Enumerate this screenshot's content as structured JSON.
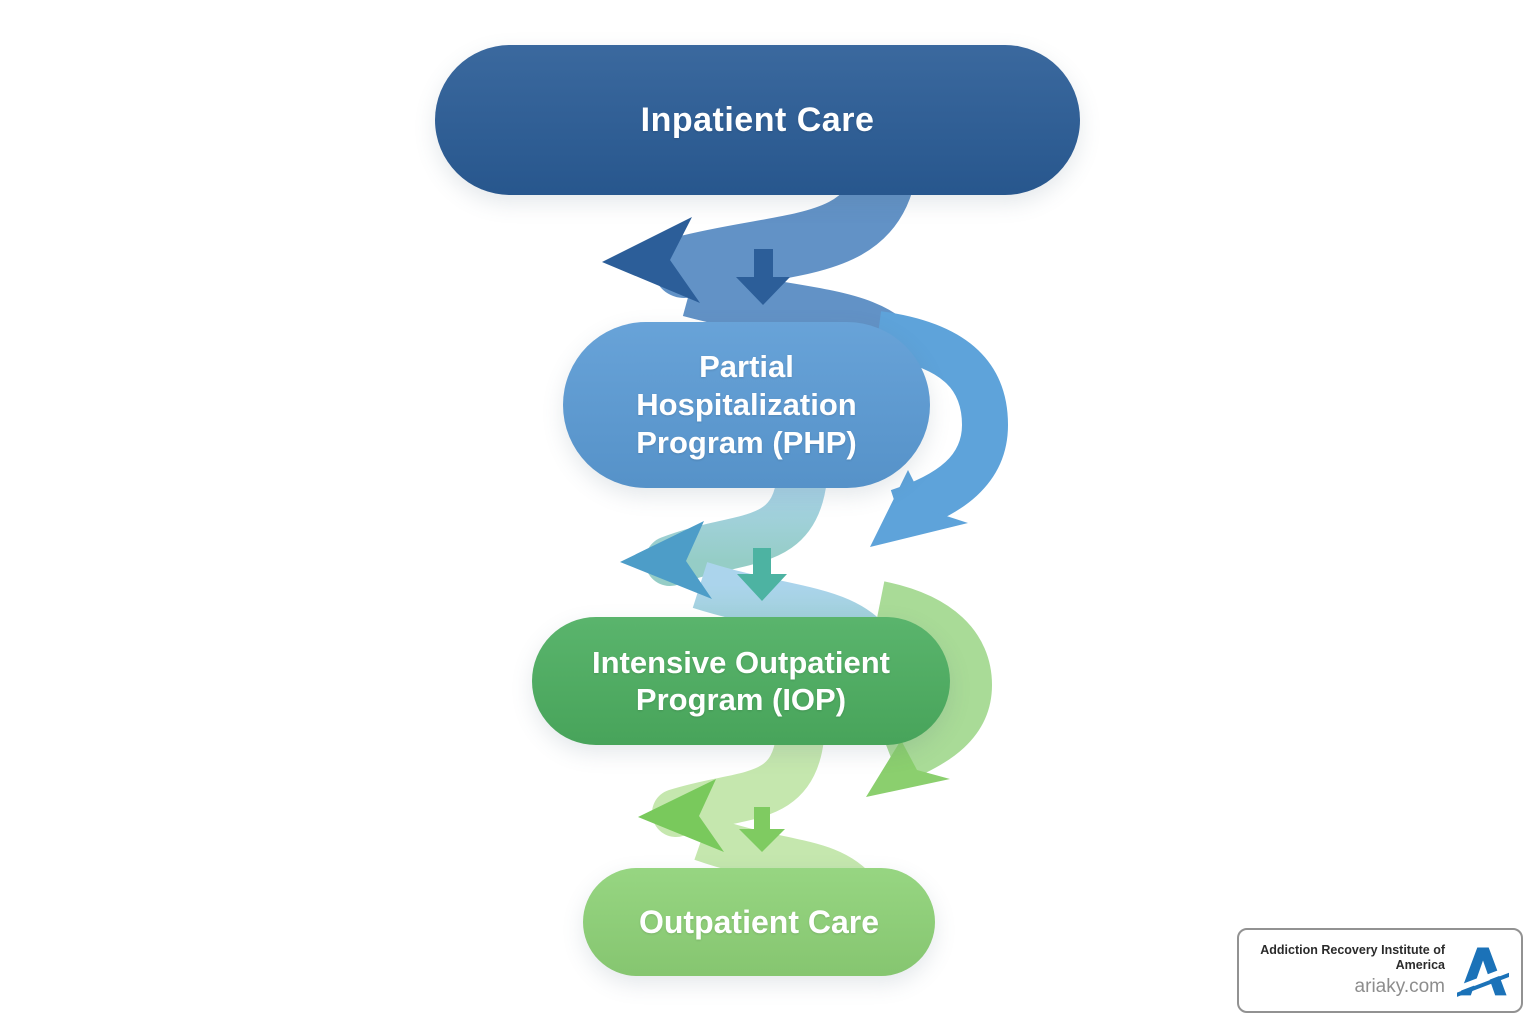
{
  "stages": [
    {
      "id": "inpatient",
      "lines": [
        "Inpatient Care"
      ],
      "full_label": "Inpatient Care"
    },
    {
      "id": "php",
      "lines": [
        "Partial",
        "Hospitalization",
        "Program (PHP)"
      ],
      "full_label": "Partial Hospitalization Program (PHP)"
    },
    {
      "id": "iop",
      "lines": [
        "Intensive Outpatient",
        "Program (IOP)"
      ],
      "full_label": "Intensive Outpatient Program (IOP)"
    },
    {
      "id": "outpatient",
      "lines": [
        "Outpatient Care"
      ],
      "full_label": "Outpatient Care"
    }
  ],
  "connectors": [
    {
      "from": "Inpatient Care",
      "to": "Partial Hospitalization Program (PHP)",
      "icons": [
        "winding-ribbon-arrow-icon",
        "down-arrow-icon"
      ]
    },
    {
      "from": "Partial Hospitalization Program (PHP)",
      "to": "Intensive Outpatient Program (IOP)",
      "icons": [
        "loop-arrow-icon",
        "winding-ribbon-arrow-icon",
        "down-arrow-icon"
      ]
    },
    {
      "from": "Intensive Outpatient Program (IOP)",
      "to": "Outpatient Care",
      "icons": [
        "loop-arrow-icon",
        "winding-ribbon-arrow-icon",
        "down-arrow-icon"
      ]
    }
  ],
  "branding": {
    "org_line1": "Addiction Recovery Institute of",
    "org_line2": "America",
    "website": "ariaky.com",
    "logo_icon": "aria-a-logo"
  },
  "colors": {
    "background": "#ffffff",
    "box-inpatient": "#2a5c96",
    "box-php": "#5b9bd5",
    "box-iop": "#4cae60",
    "box-outpatient": "#8ed277",
    "ribbon1": "#6292c6",
    "arrow1-head": "#2c5e99",
    "loop-php": "#5ea3da",
    "ribbon2-top": "#abd4ec",
    "ribbon2-bottom": "#95cdc6",
    "arrow2-left": "#4d9dc8",
    "arrow2-down": "#4db3a2",
    "loop-iop": "#a9db97",
    "loop-iop-head": "#8bcf6e",
    "ribbon3": "#c5e7ae",
    "arrow3-head": "#79c95c",
    "logo-blue": "#1b72b8"
  }
}
